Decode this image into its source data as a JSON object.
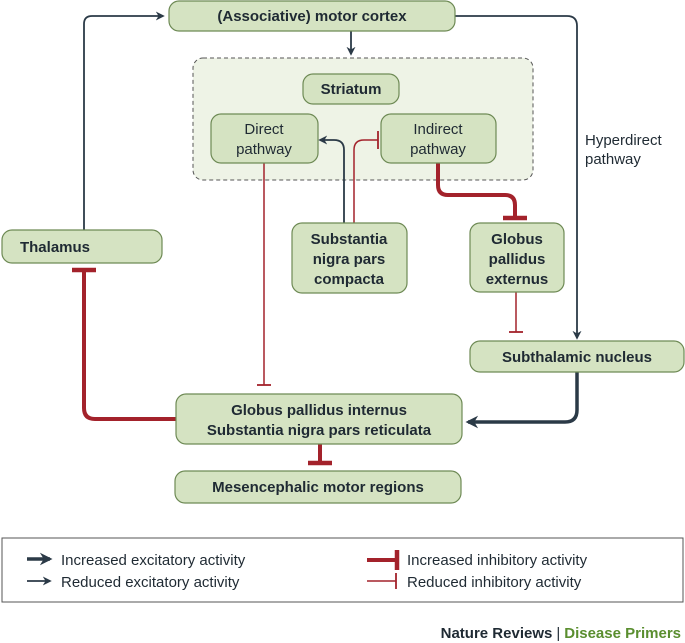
{
  "nodes": {
    "motor_cortex": "(Associative) motor cortex",
    "striatum": "Striatum",
    "direct": [
      "Direct",
      "pathway"
    ],
    "indirect": [
      "Indirect",
      "pathway"
    ],
    "thalamus": "Thalamus",
    "snc": [
      "Substantia",
      "nigra pars",
      "compacta"
    ],
    "gpe": [
      "Globus",
      "pallidus",
      "externus"
    ],
    "stn": "Subthalamic nucleus",
    "gpi": [
      "Globus pallidus internus",
      "Substantia nigra pars reticulata"
    ],
    "mesencephalic": "Mesencephalic motor regions"
  },
  "labels": {
    "hyperdirect": [
      "Hyperdirect",
      "pathway"
    ]
  },
  "legend": {
    "inc_exc": "Increased excitatory activity",
    "red_exc": "Reduced excitatory activity",
    "inc_inh": "Increased inhibitory activity",
    "red_inh": "Reduced inhibitory activity"
  },
  "credit": {
    "journal": "Nature Reviews",
    "separator": "|",
    "series": "Disease Primers"
  },
  "colors": {
    "node_fill": "#d5e3c2",
    "node_stroke": "#6e8a55",
    "panel_fill": "#eef3e6",
    "excitatory": "#2b3a47",
    "inhibitory": "#a3222b",
    "credit_green": "#5a8e2f"
  }
}
